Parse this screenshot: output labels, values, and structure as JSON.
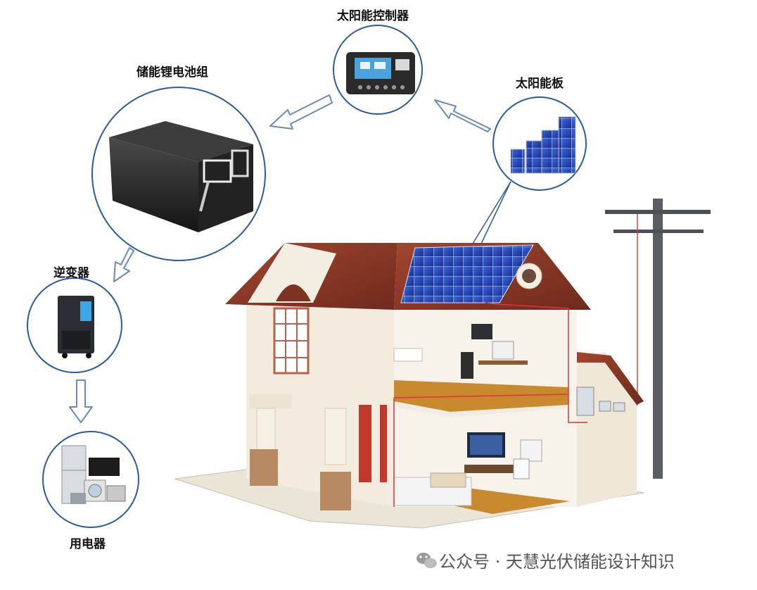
{
  "labels": {
    "controller": "太阳能控制器",
    "battery": "储能锂电池组",
    "panel": "太阳能板",
    "inverter": "逆变器",
    "appliances": "用电器"
  },
  "watermark": {
    "text": "公众号 · 天慧光伏储能设计知识"
  },
  "colors": {
    "circle_stroke": "#2b5b9c",
    "arrow_stroke": "#6a8bb5",
    "roof": "#8b3a2a",
    "solar_panel": "#1e3fa8",
    "wall": "#f3ede2",
    "floor": "#c9892f",
    "wire": "#e0343a"
  }
}
